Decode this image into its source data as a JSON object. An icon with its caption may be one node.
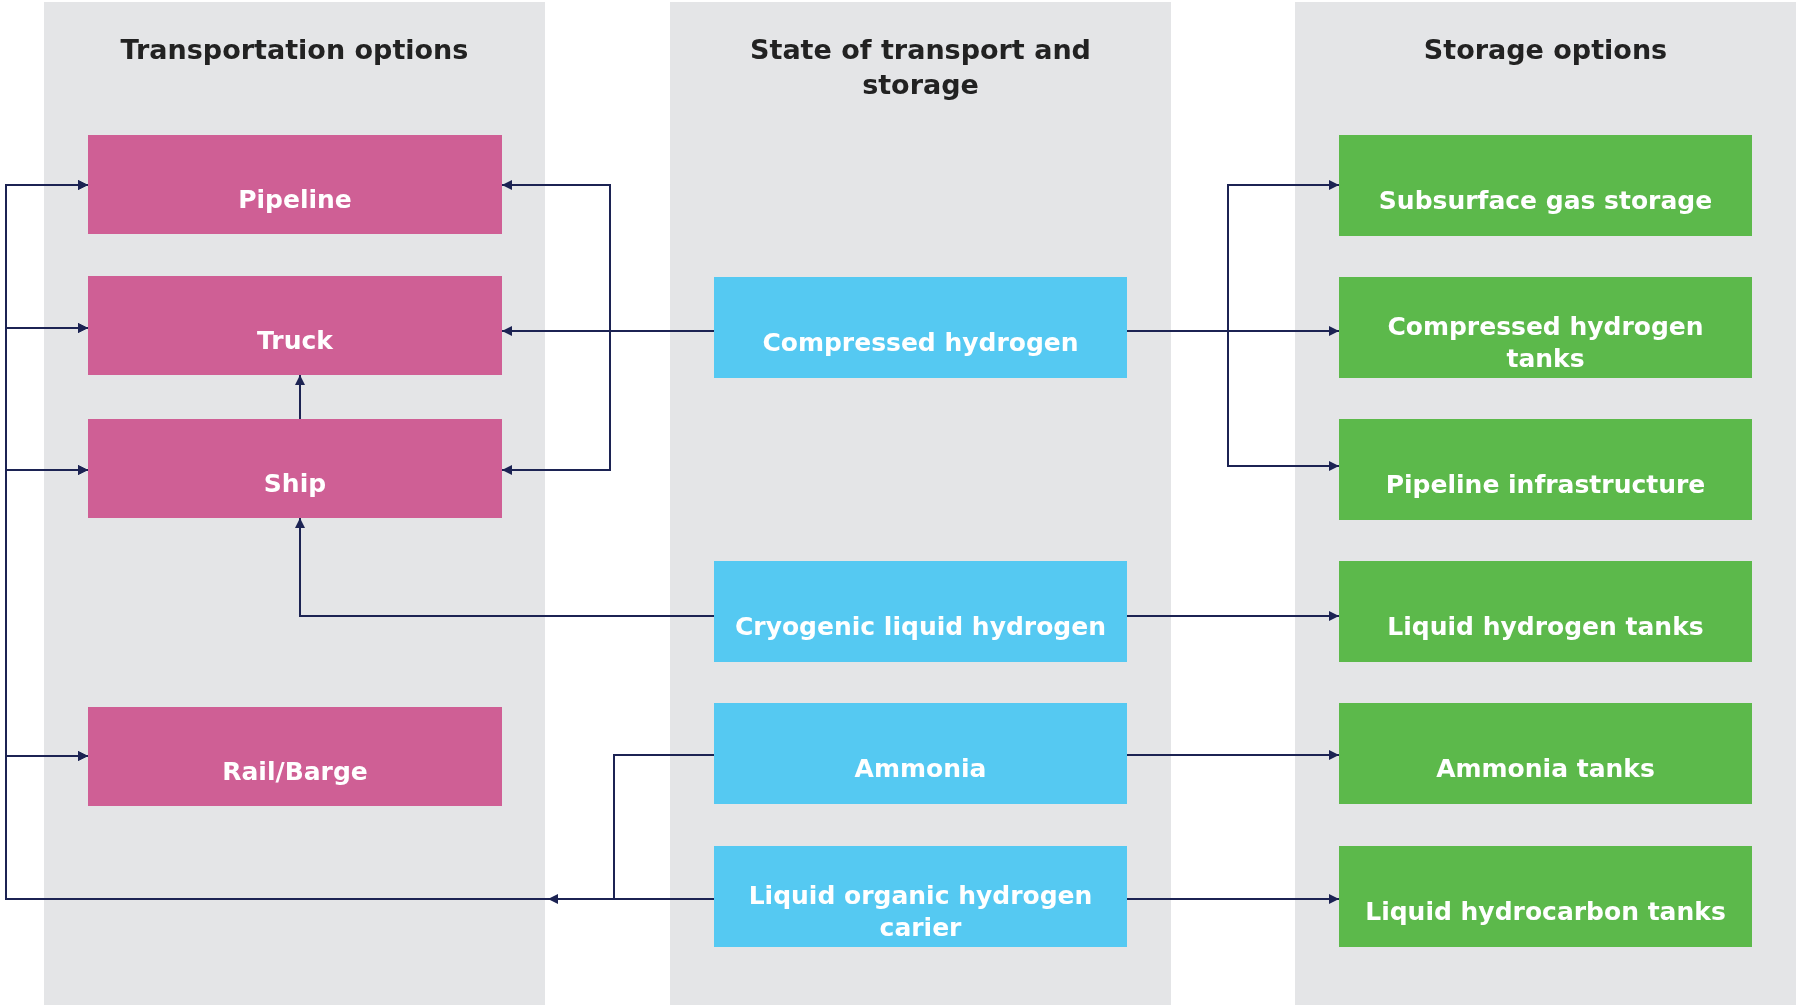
{
  "diagram": {
    "nodes": [
      {
        "text": [
          "Transportation options"
        ]
      },
      {
        "text": [
          "Pipeline"
        ],
        "in": 0
      },
      {
        "text": [
          "Truck"
        ],
        "in": 0
      },
      {
        "text": [
          "Ship"
        ],
        "in": 0
      },
      {
        "text": [
          "Rail/Barge"
        ],
        "in": 0
      },
      {
        "text": [
          "State of transport and storage"
        ]
      },
      {
        "text": [
          "Compressed hydrogen"
        ],
        "in": 5
      },
      {
        "text": [
          "Cryogenic liquid hydrogen"
        ],
        "in": 5
      },
      {
        "text": [
          "Ammonia"
        ],
        "in": 5
      },
      {
        "text": [
          "Liquid organic hydrogen carier"
        ],
        "in": 5
      },
      {
        "text": [
          "Storage options"
        ]
      },
      {
        "text": [
          "Subsurface gas storage"
        ],
        "in": 10
      },
      {
        "text": [
          "Compressed hydrogen tanks"
        ],
        "in": 10
      },
      {
        "text": [
          "Pipeline infrastructure"
        ],
        "in": 10
      },
      {
        "text": [
          "Liquid hydrogen tanks"
        ],
        "in": 10
      },
      {
        "text": [
          "Ammonia tanks"
        ],
        "in": 10
      },
      {
        "text": [
          "Liquid hydrocarbon tanks"
        ],
        "in": 10
      }
    ],
    "edges": [
      {
        "from": 6,
        "to": 1,
        "arrow": "to"
      },
      {
        "from": 6,
        "to": 2,
        "arrow": "to"
      },
      {
        "from": 6,
        "to": 3,
        "arrow": "to"
      },
      {
        "from": 6,
        "to": 11,
        "arrow": "to"
      },
      {
        "from": 6,
        "to": 12,
        "arrow": "to"
      },
      {
        "from": 6,
        "to": 13,
        "arrow": "to"
      },
      {
        "from": 3,
        "to": 2,
        "arrow": "to"
      },
      {
        "from": 7,
        "to": 3,
        "arrow": "to"
      },
      {
        "from": 7,
        "to": 14,
        "arrow": "to"
      },
      {
        "from": 8,
        "to": 1,
        "arrow": "to"
      },
      {
        "from": 8,
        "to": 2,
        "arrow": "to"
      },
      {
        "from": 8,
        "to": 3,
        "arrow": "to"
      },
      {
        "from": 8,
        "to": 4,
        "arrow": "to"
      },
      {
        "from": 9,
        "to": 1,
        "arrow": "to"
      },
      {
        "from": 9,
        "to": 2,
        "arrow": "to"
      },
      {
        "from": 9,
        "to": 3,
        "arrow": "to"
      },
      {
        "from": 9,
        "to": 4,
        "arrow": "to"
      },
      {
        "from": 8,
        "to": 15,
        "arrow": "to"
      },
      {
        "from": 9,
        "to": 16,
        "arrow": "to"
      }
    ]
  }
}
